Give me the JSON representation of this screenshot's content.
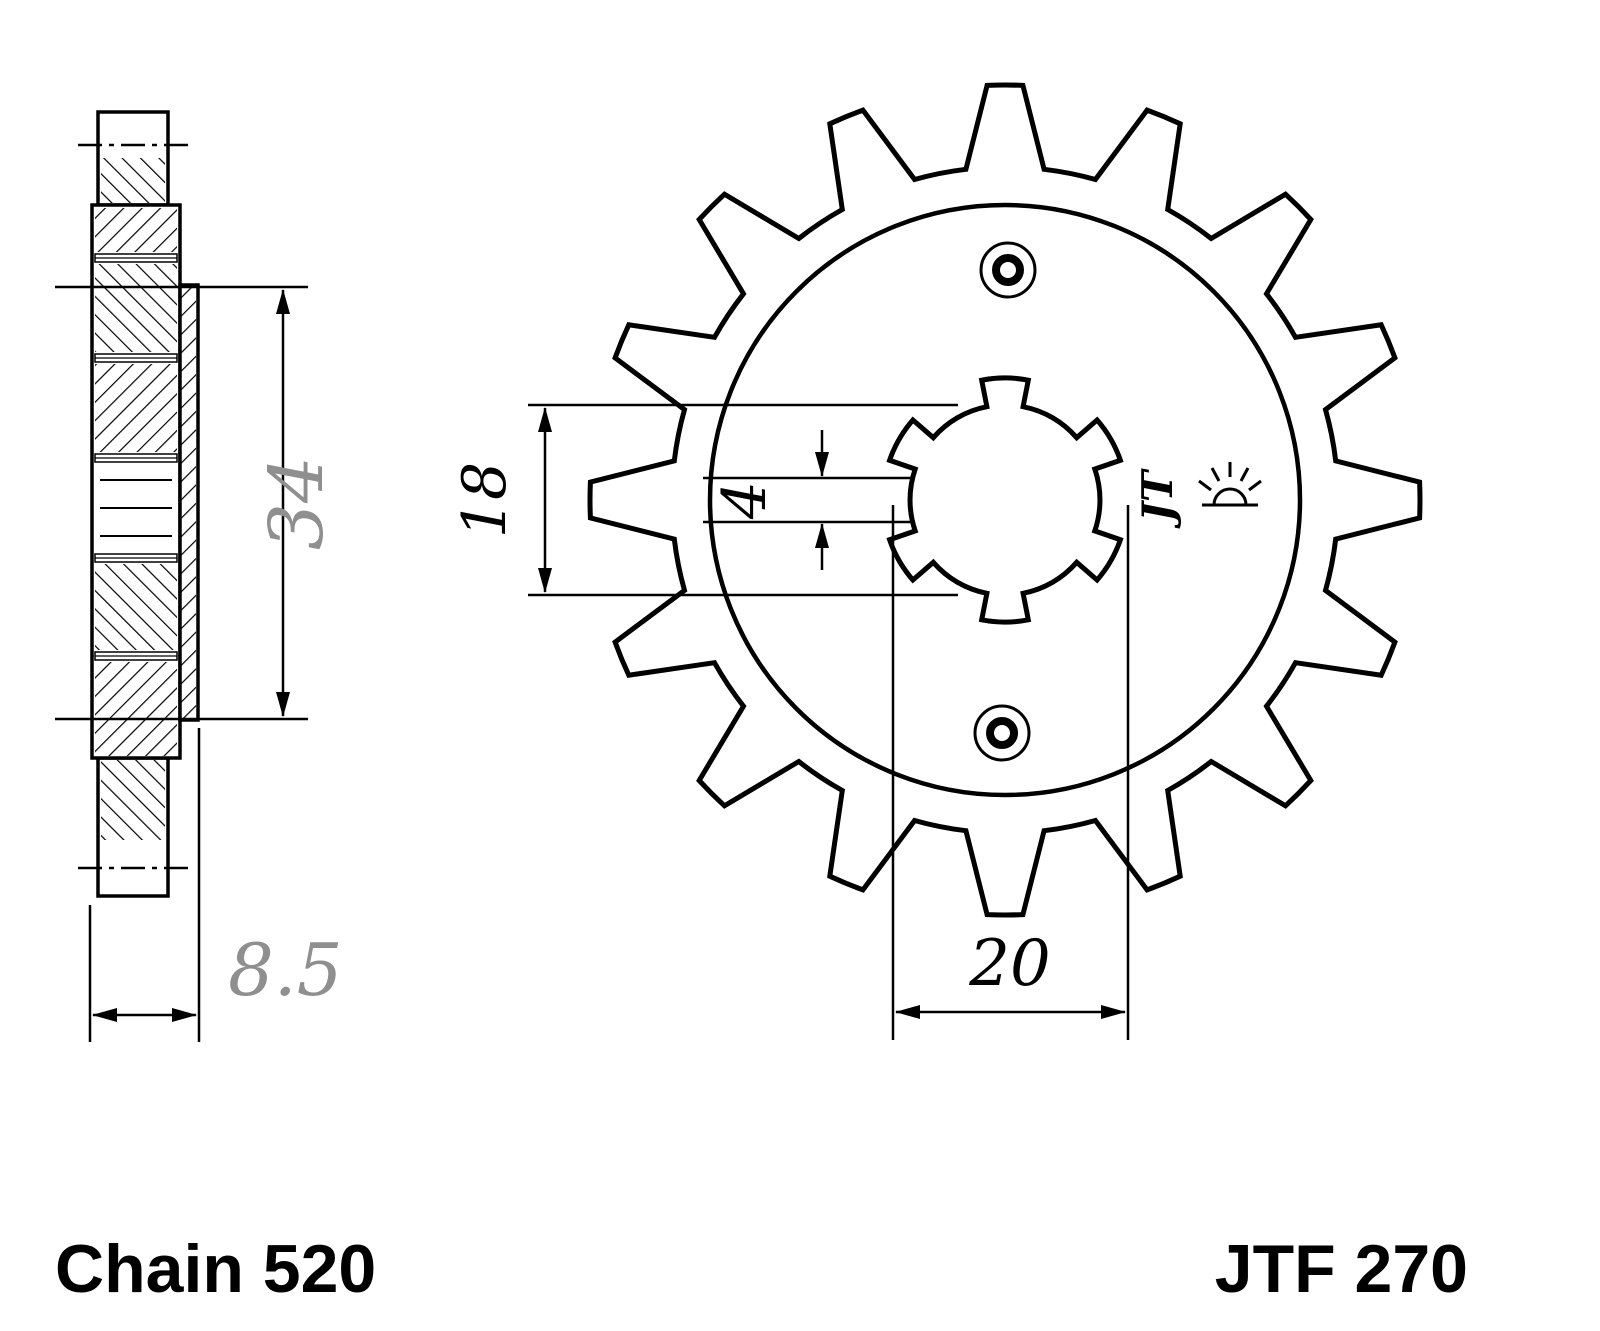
{
  "diagram": {
    "footer": {
      "chain": "Chain 520",
      "part": "JTF 270"
    },
    "side_view": {
      "outer_dim": "34",
      "width_dim": "8.5"
    },
    "front_view": {
      "bore_dim": "18",
      "spline_depth_dim": "4",
      "hub_dim": "20",
      "logo": "JT"
    },
    "colors": {
      "background": "#ffffff",
      "line": "#000000",
      "dim_gray": "#8f8f8f"
    }
  }
}
